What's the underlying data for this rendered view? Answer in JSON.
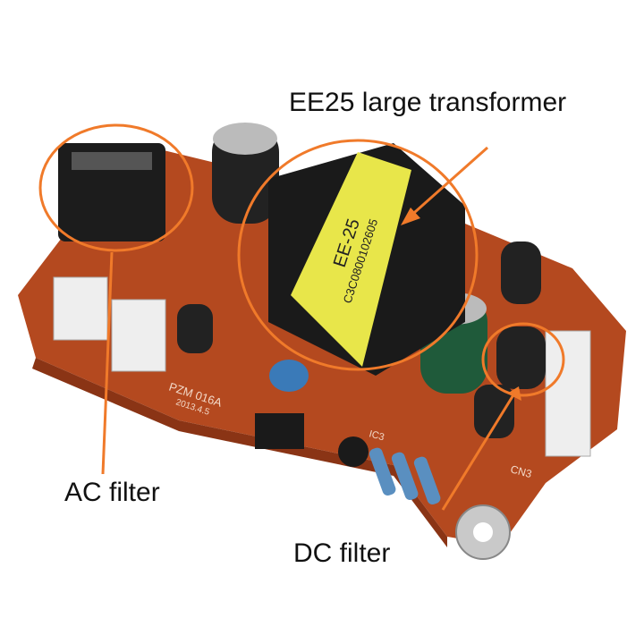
{
  "annotations": {
    "transformer_label": "EE25 large transformer",
    "ac_filter_label": "AC filter",
    "dc_filter_label": "DC filter"
  },
  "board_markings": {
    "transformer_text": "EE-25",
    "transformer_code": "C3C0800102605",
    "board_code": "PZM 016A",
    "board_date": "2013.4.5",
    "connector": "CN3",
    "ic": "IC3"
  },
  "colors": {
    "annotation": "#f07a2a",
    "board": "#b4491f",
    "transformer_tape": "#e8e64a"
  }
}
